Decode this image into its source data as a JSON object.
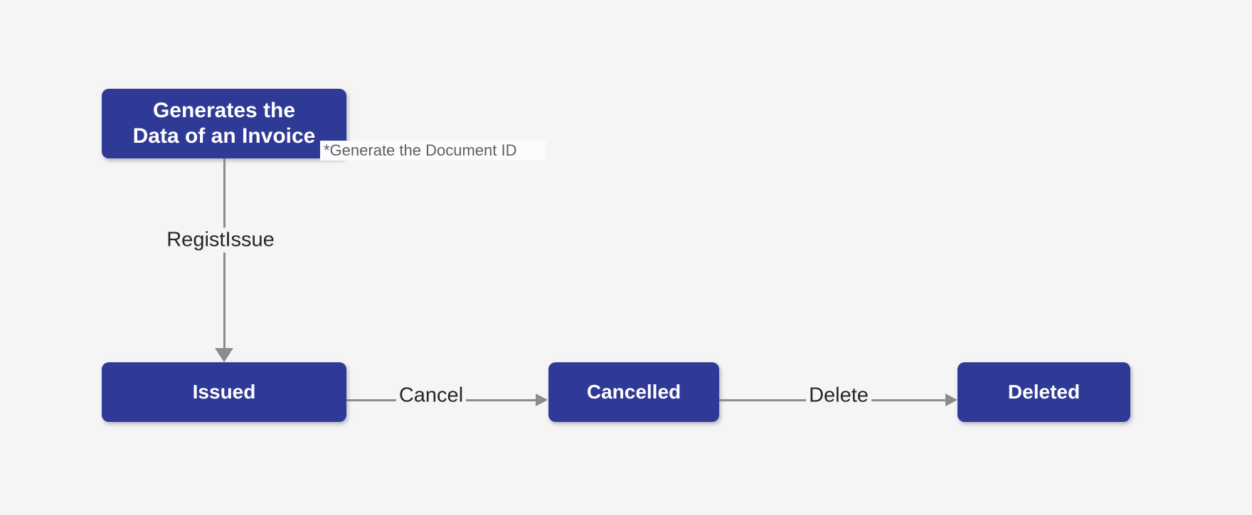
{
  "background_color": "#f5f5f6",
  "colors": {
    "background": "#f5f5f6",
    "node_fill": "#2f3a96",
    "node_text": "#ffffff",
    "connector": "#868d93",
    "edge_label_text": "#23262b",
    "note_background": "#fcfcfd",
    "note_text": "#5c6167"
  },
  "nodes": {
    "generate_invoice": {
      "line1": "Generates the",
      "line2": "Data of an Invoice"
    },
    "issued": {
      "label": "Issued"
    },
    "cancelled": {
      "label": "Cancelled"
    },
    "deleted": {
      "label": "Deleted"
    }
  },
  "note": {
    "text": "*Generate the Document ID"
  },
  "edges": {
    "regist_issue": {
      "from": "generate_invoice",
      "to": "issued",
      "label": "RegistIssue"
    },
    "cancel": {
      "from": "issued",
      "to": "cancelled",
      "label": "Cancel"
    },
    "delete": {
      "from": "cancelled",
      "to": "deleted",
      "label": "Delete"
    }
  }
}
